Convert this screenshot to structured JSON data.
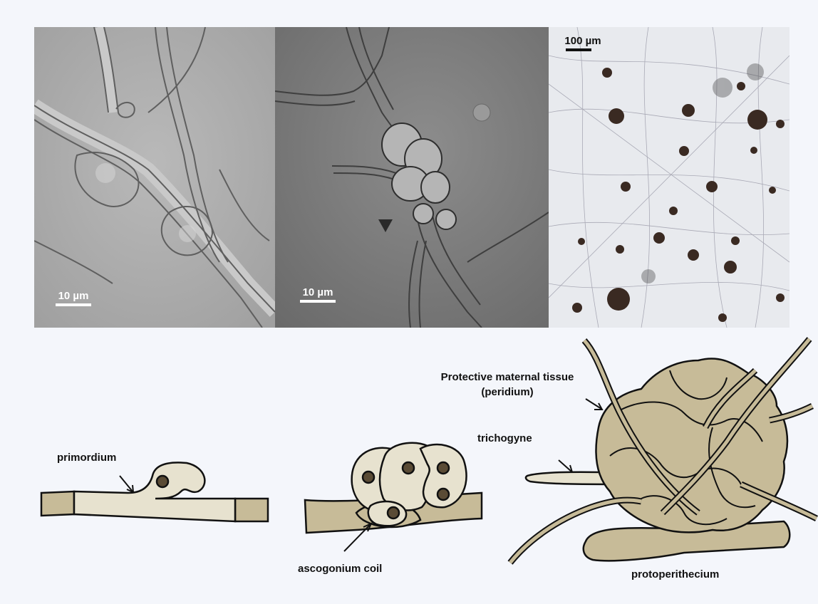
{
  "micrographs": {
    "panel_a": {
      "scale_label": "10 µm"
    },
    "panel_b": {
      "scale_label": "10 µm"
    },
    "panel_c": {
      "scale_label": "100 µm"
    }
  },
  "diagram_labels": {
    "primordium": "primordium",
    "ascogonium_coil": "ascogonium coil",
    "protective_tissue_line1": "Protective maternal tissue",
    "protective_tissue_line2": "(peridium)",
    "trichogyne": "trichogyne",
    "protoperithecium": "protoperithecium"
  },
  "colors": {
    "background": "#f4f6fb",
    "hypha_dark": "#c7bb98",
    "hypha_light": "#e7e2cf",
    "nucleus": "#5a4b35",
    "outline": "#111111"
  }
}
